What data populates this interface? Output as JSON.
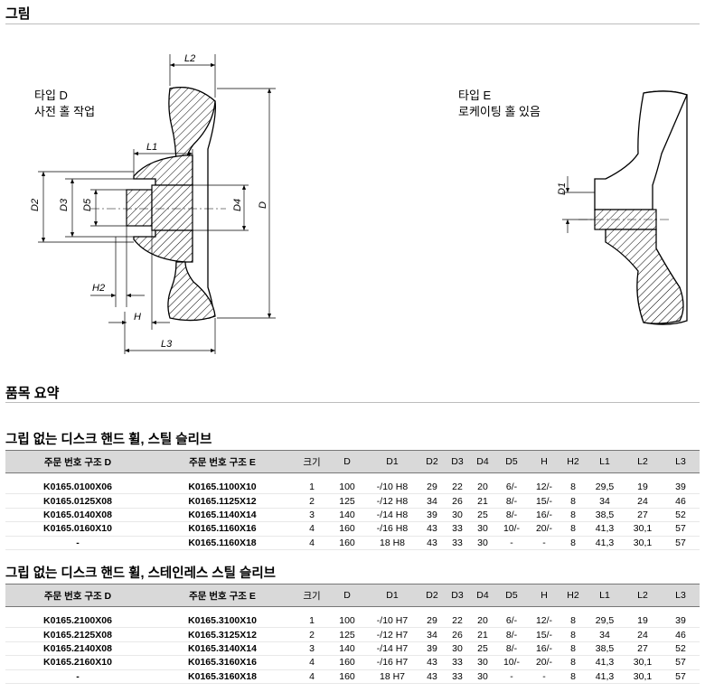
{
  "sections": {
    "drawing_title": "그림",
    "summary_title": "품목 요약"
  },
  "drawing": {
    "type_d_line1": "타입 D",
    "type_d_line2": "사전 홀 작업",
    "type_e_line1": "타입 E",
    "type_e_line2": "로케이팅 홀 있음",
    "dims": {
      "L2": "L2",
      "L1": "L1",
      "L3": "L3",
      "D": "D",
      "D1": "D1",
      "D2": "D2",
      "D3": "D3",
      "D4": "D4",
      "D5": "D5",
      "H": "H",
      "H2": "H2"
    }
  },
  "columns": [
    "주문 번호 구조 D",
    "주문 번호 구조 E",
    "크기",
    "D",
    "D1",
    "D2",
    "D3",
    "D4",
    "D5",
    "H",
    "H2",
    "L1",
    "L2",
    "L3"
  ],
  "tables": [
    {
      "title": "그립 없는 디스크 핸드 휠, 스틸 슬리브",
      "rows": [
        [
          "K0165.0100X06",
          "K0165.1100X10",
          "1",
          "100",
          "-/10 H8",
          "29",
          "22",
          "20",
          "6/-",
          "12/-",
          "8",
          "29,5",
          "19",
          "39"
        ],
        [
          "K0165.0125X08",
          "K0165.1125X12",
          "2",
          "125",
          "-/12 H8",
          "34",
          "26",
          "21",
          "8/-",
          "15/-",
          "8",
          "34",
          "24",
          "46"
        ],
        [
          "K0165.0140X08",
          "K0165.1140X14",
          "3",
          "140",
          "-/14 H8",
          "39",
          "30",
          "25",
          "8/-",
          "16/-",
          "8",
          "38,5",
          "27",
          "52"
        ],
        [
          "K0165.0160X10",
          "K0165.1160X16",
          "4",
          "160",
          "-/16 H8",
          "43",
          "33",
          "30",
          "10/-",
          "20/-",
          "8",
          "41,3",
          "30,1",
          "57"
        ],
        [
          "-",
          "K0165.1160X18",
          "4",
          "160",
          "18 H8",
          "43",
          "33",
          "30",
          "-",
          "-",
          "8",
          "41,3",
          "30,1",
          "57"
        ]
      ]
    },
    {
      "title": "그립 없는 디스크 핸드 휠, 스테인레스 스틸 슬리브",
      "rows": [
        [
          "K0165.2100X06",
          "K0165.3100X10",
          "1",
          "100",
          "-/10 H7",
          "29",
          "22",
          "20",
          "6/-",
          "12/-",
          "8",
          "29,5",
          "19",
          "39"
        ],
        [
          "K0165.2125X08",
          "K0165.3125X12",
          "2",
          "125",
          "-/12 H7",
          "34",
          "26",
          "21",
          "8/-",
          "15/-",
          "8",
          "34",
          "24",
          "46"
        ],
        [
          "K0165.2140X08",
          "K0165.3140X14",
          "3",
          "140",
          "-/14 H7",
          "39",
          "30",
          "25",
          "8/-",
          "16/-",
          "8",
          "38,5",
          "27",
          "52"
        ],
        [
          "K0165.2160X10",
          "K0165.3160X16",
          "4",
          "160",
          "-/16 H7",
          "43",
          "33",
          "30",
          "10/-",
          "20/-",
          "8",
          "41,3",
          "30,1",
          "57"
        ],
        [
          "-",
          "K0165.3160X18",
          "4",
          "160",
          "18 H7",
          "43",
          "33",
          "30",
          "-",
          "-",
          "8",
          "41,3",
          "30,1",
          "57"
        ]
      ]
    }
  ]
}
